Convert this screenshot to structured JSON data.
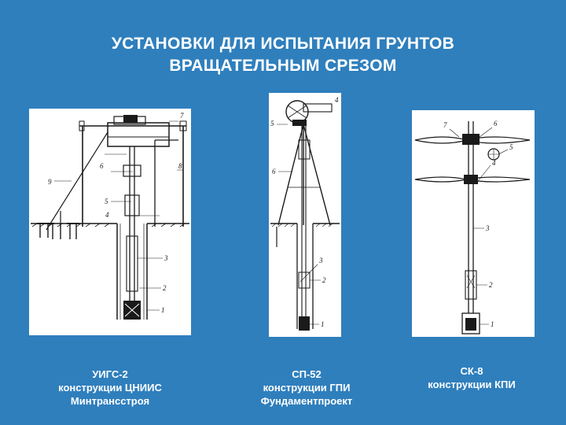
{
  "slide": {
    "title_line1": "УСТАНОВКИ ДЛЯ ИСПЫТАНИЯ ГРУНТОВ",
    "title_line2": "ВРАЩАТЕЛЬНЫМ СРЕЗОМ"
  },
  "figures": [
    {
      "caption_line1": "УИГС-2",
      "caption_line2": "конструкции ЦНИИС",
      "caption_line3": "Минтрансстроя",
      "callouts": [
        "1",
        "2",
        "3",
        "4",
        "5",
        "6",
        "7",
        "8",
        "9"
      ]
    },
    {
      "caption_line1": "СП-52",
      "caption_line2": "конструкции ГПИ",
      "caption_line3": "Фундаментпроект",
      "callouts": [
        "1",
        "2",
        "3",
        "4",
        "5",
        "6"
      ]
    },
    {
      "caption_line1": "СК-8",
      "caption_line2": "конструкции КПИ",
      "callouts": [
        "1",
        "2",
        "3",
        "4",
        "5",
        "6",
        "7"
      ]
    }
  ]
}
